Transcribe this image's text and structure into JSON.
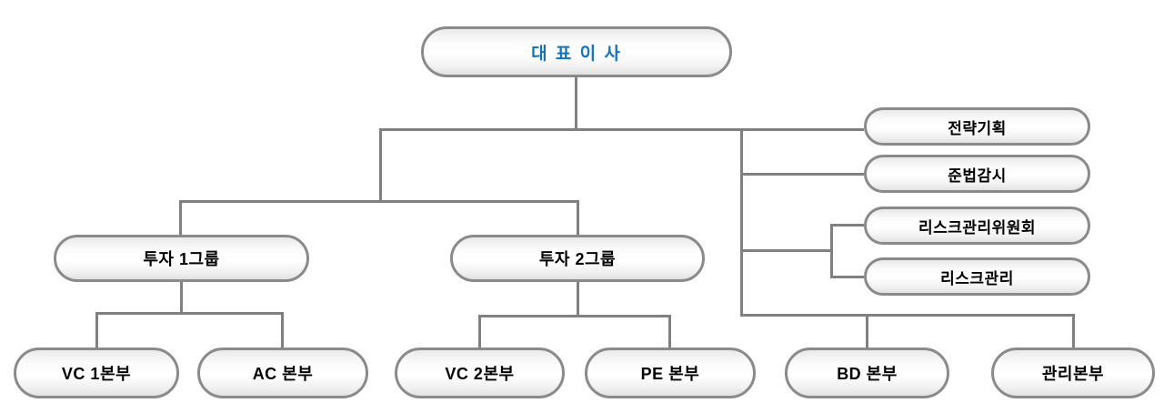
{
  "diagram": {
    "type": "org-chart",
    "background_color": "#ffffff",
    "line_color": "#808080",
    "box_border_color": "#8a8a8a",
    "ceo_text_color": "#1274bd",
    "nodes": {
      "ceo": {
        "label": "대 표 이 사"
      },
      "strategy": {
        "label": "전략기획"
      },
      "compliance": {
        "label": "준법감시"
      },
      "risk_committee": {
        "label": "리스크관리위원회"
      },
      "risk_mgmt": {
        "label": "리스크관리"
      },
      "invest_group1": {
        "label": "투자 1그룹"
      },
      "invest_group2": {
        "label": "투자 2그룹"
      },
      "vc1": {
        "label": "VC 1본부"
      },
      "ac": {
        "label": "AC 본부"
      },
      "vc2": {
        "label": "VC 2본부"
      },
      "pe": {
        "label": "PE 본부"
      },
      "bd": {
        "label": "BD 본부"
      },
      "admin": {
        "label": "관리본부"
      }
    },
    "edges": [
      {
        "from": "ceo",
        "to": "strategy"
      },
      {
        "from": "ceo",
        "to": "compliance"
      },
      {
        "from": "ceo",
        "to": "risk_committee"
      },
      {
        "from": "ceo",
        "to": "risk_mgmt"
      },
      {
        "from": "ceo",
        "to": "invest_group1"
      },
      {
        "from": "ceo",
        "to": "invest_group2"
      },
      {
        "from": "ceo",
        "to": "bd"
      },
      {
        "from": "ceo",
        "to": "admin"
      },
      {
        "from": "invest_group1",
        "to": "vc1"
      },
      {
        "from": "invest_group1",
        "to": "ac"
      },
      {
        "from": "invest_group2",
        "to": "vc2"
      },
      {
        "from": "invest_group2",
        "to": "pe"
      }
    ]
  }
}
